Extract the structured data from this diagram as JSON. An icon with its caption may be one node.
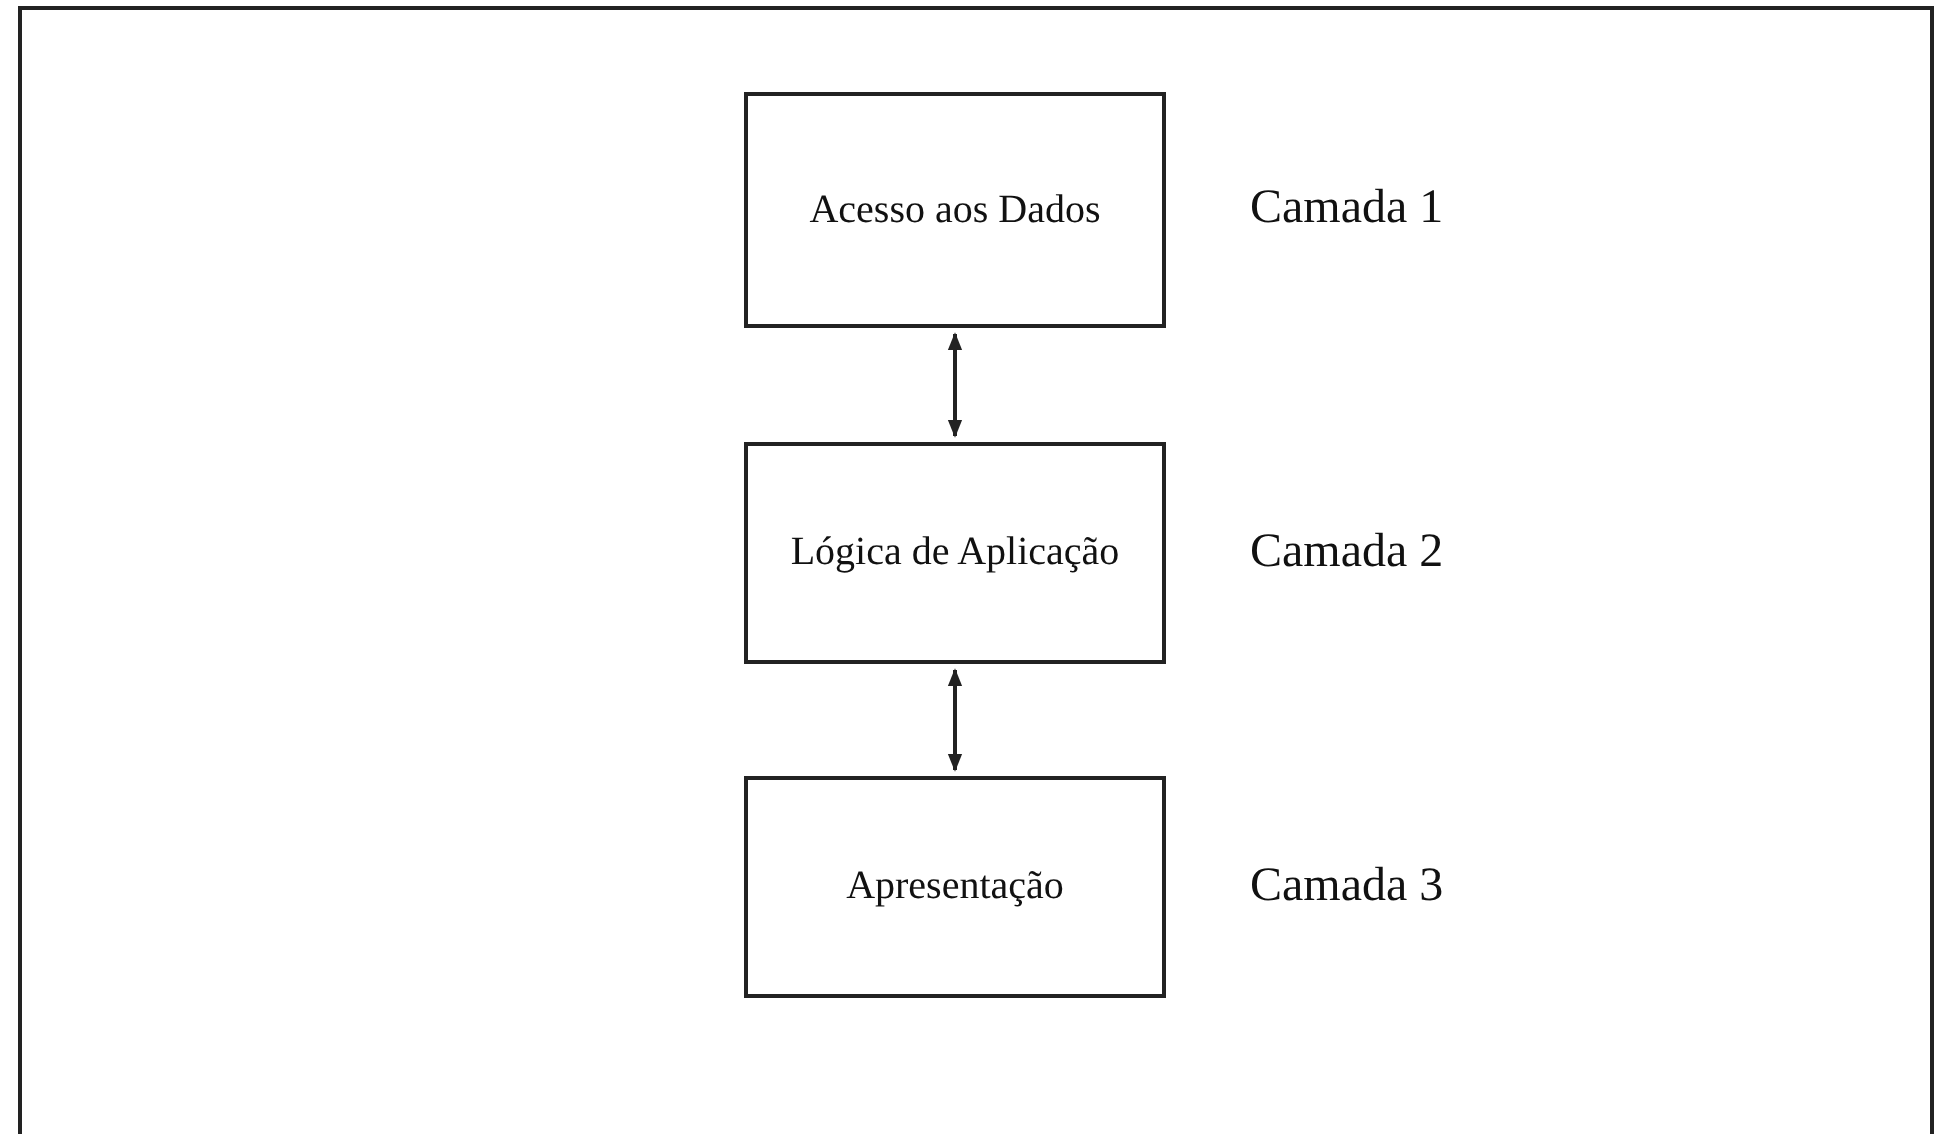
{
  "diagram": {
    "nodes": [
      {
        "text": [
          "Acesso aos Dados"
        ],
        "beside": [
          "Camada 1"
        ]
      },
      {
        "text": [
          "Lógica de Aplicação"
        ],
        "beside": [
          "Camada 2"
        ]
      },
      {
        "text": [
          "Apresentação"
        ],
        "beside": [
          "Camada 3"
        ]
      }
    ],
    "edges": [
      {
        "from": 0,
        "to": 1,
        "arrow": "both"
      },
      {
        "from": 1,
        "to": 2,
        "arrow": "both"
      }
    ]
  }
}
